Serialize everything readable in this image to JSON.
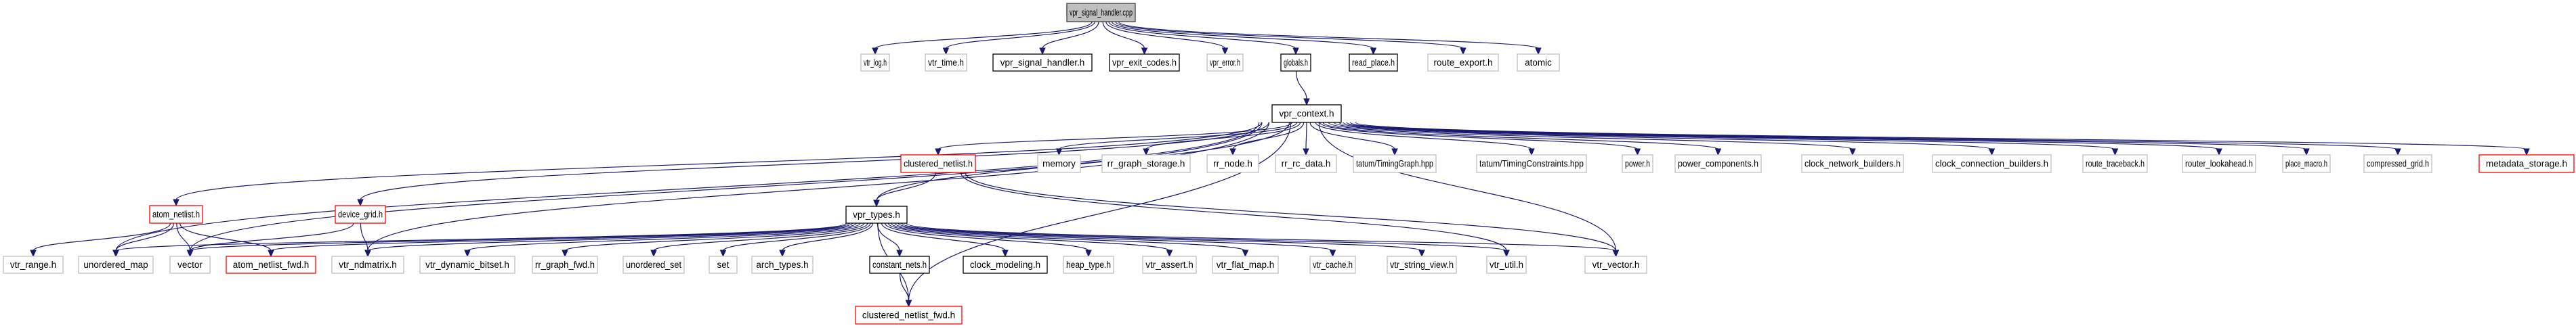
{
  "title": "vpr_signal_handler.cpp include dependency graph",
  "colors": {
    "edge": "#191970",
    "root_fill": "#bfbfbf",
    "root_border": "#404040",
    "documented_border": "#000000",
    "external_border": "#bfbfbf",
    "truncated_border": "#ff0000",
    "node_fill": "#ffffff"
  },
  "legend_styles": {
    "root": "focus file (gray fill)",
    "documented": "documented header (black border)",
    "external": "undocumented / system header (gray border)",
    "truncated": "header with hidden dependencies (red border)"
  },
  "nodes": [
    {
      "id": "root",
      "label": "vpr_signal_handler.cpp",
      "style": "root"
    },
    {
      "id": "vtr_log",
      "label": "vtr_log.h",
      "style": "external"
    },
    {
      "id": "vtr_time",
      "label": "vtr_time.h",
      "style": "external"
    },
    {
      "id": "vpr_signal_handler_h",
      "label": "vpr_signal_handler.h",
      "style": "documented"
    },
    {
      "id": "vpr_exit_codes",
      "label": "vpr_exit_codes.h",
      "style": "documented"
    },
    {
      "id": "vpr_error",
      "label": "vpr_error.h",
      "style": "external"
    },
    {
      "id": "globals",
      "label": "globals.h",
      "style": "documented"
    },
    {
      "id": "read_place",
      "label": "read_place.h",
      "style": "documented"
    },
    {
      "id": "route_export",
      "label": "route_export.h",
      "style": "external"
    },
    {
      "id": "atomic",
      "label": "atomic",
      "style": "external"
    },
    {
      "id": "vpr_context",
      "label": "vpr_context.h",
      "style": "documented"
    },
    {
      "id": "clustered_netlist",
      "label": "clustered_netlist.h",
      "style": "truncated"
    },
    {
      "id": "memory",
      "label": "memory",
      "style": "external"
    },
    {
      "id": "rr_graph_storage",
      "label": "rr_graph_storage.h",
      "style": "external"
    },
    {
      "id": "rr_node",
      "label": "rr_node.h",
      "style": "external"
    },
    {
      "id": "rr_rc_data",
      "label": "rr_rc_data.h",
      "style": "external"
    },
    {
      "id": "timing_graph",
      "label": "tatum/TimingGraph.hpp",
      "style": "external"
    },
    {
      "id": "timing_constraints",
      "label": "tatum/TimingConstraints.hpp",
      "style": "external"
    },
    {
      "id": "power",
      "label": "power.h",
      "style": "external"
    },
    {
      "id": "power_components",
      "label": "power_components.h",
      "style": "external"
    },
    {
      "id": "clock_network_builders",
      "label": "clock_network_builders.h",
      "style": "external"
    },
    {
      "id": "clock_connection_builders",
      "label": "clock_connection_builders.h",
      "style": "external"
    },
    {
      "id": "route_traceback",
      "label": "route_traceback.h",
      "style": "external"
    },
    {
      "id": "router_lookahead",
      "label": "router_lookahead.h",
      "style": "external"
    },
    {
      "id": "place_macro",
      "label": "place_macro.h",
      "style": "external"
    },
    {
      "id": "compressed_grid",
      "label": "compressed_grid.h",
      "style": "external"
    },
    {
      "id": "metadata_storage",
      "label": "metadata_storage.h",
      "style": "truncated"
    },
    {
      "id": "atom_netlist",
      "label": "atom_netlist.h",
      "style": "truncated"
    },
    {
      "id": "device_grid",
      "label": "device_grid.h",
      "style": "truncated"
    },
    {
      "id": "vpr_types",
      "label": "vpr_types.h",
      "style": "documented"
    },
    {
      "id": "vtr_range",
      "label": "vtr_range.h",
      "style": "external"
    },
    {
      "id": "unordered_map",
      "label": "unordered_map",
      "style": "external"
    },
    {
      "id": "vector",
      "label": "vector",
      "style": "external"
    },
    {
      "id": "atom_netlist_fwd",
      "label": "atom_netlist_fwd.h",
      "style": "truncated"
    },
    {
      "id": "vtr_ndmatrix",
      "label": "vtr_ndmatrix.h",
      "style": "external"
    },
    {
      "id": "vtr_dynamic_bitset",
      "label": "vtr_dynamic_bitset.h",
      "style": "external"
    },
    {
      "id": "rr_graph_fwd",
      "label": "rr_graph_fwd.h",
      "style": "external"
    },
    {
      "id": "unordered_set",
      "label": "unordered_set",
      "style": "external"
    },
    {
      "id": "set",
      "label": "set",
      "style": "external"
    },
    {
      "id": "arch_types",
      "label": "arch_types.h",
      "style": "external"
    },
    {
      "id": "constant_nets",
      "label": "constant_nets.h",
      "style": "documented"
    },
    {
      "id": "clock_modeling",
      "label": "clock_modeling.h",
      "style": "documented"
    },
    {
      "id": "heap_type",
      "label": "heap_type.h",
      "style": "external"
    },
    {
      "id": "vtr_assert",
      "label": "vtr_assert.h",
      "style": "external"
    },
    {
      "id": "vtr_flat_map",
      "label": "vtr_flat_map.h",
      "style": "external"
    },
    {
      "id": "vtr_cache",
      "label": "vtr_cache.h",
      "style": "external"
    },
    {
      "id": "vtr_string_view",
      "label": "vtr_string_view.h",
      "style": "external"
    },
    {
      "id": "vtr_util",
      "label": "vtr_util.h",
      "style": "external"
    },
    {
      "id": "vtr_vector",
      "label": "vtr_vector.h",
      "style": "external"
    },
    {
      "id": "clustered_netlist_fwd",
      "label": "clustered_netlist_fwd.h",
      "style": "truncated"
    }
  ],
  "edges": [
    [
      "root",
      "vtr_log"
    ],
    [
      "root",
      "vtr_time"
    ],
    [
      "root",
      "vpr_signal_handler_h"
    ],
    [
      "root",
      "vpr_exit_codes"
    ],
    [
      "root",
      "vpr_error"
    ],
    [
      "root",
      "globals"
    ],
    [
      "root",
      "read_place"
    ],
    [
      "root",
      "route_export"
    ],
    [
      "root",
      "atomic"
    ],
    [
      "globals",
      "vpr_context"
    ],
    [
      "vpr_context",
      "clustered_netlist"
    ],
    [
      "vpr_context",
      "memory"
    ],
    [
      "vpr_context",
      "rr_graph_storage"
    ],
    [
      "vpr_context",
      "rr_node"
    ],
    [
      "vpr_context",
      "rr_rc_data"
    ],
    [
      "vpr_context",
      "timing_graph"
    ],
    [
      "vpr_context",
      "timing_constraints"
    ],
    [
      "vpr_context",
      "power"
    ],
    [
      "vpr_context",
      "power_components"
    ],
    [
      "vpr_context",
      "clock_network_builders"
    ],
    [
      "vpr_context",
      "clock_connection_builders"
    ],
    [
      "vpr_context",
      "route_traceback"
    ],
    [
      "vpr_context",
      "router_lookahead"
    ],
    [
      "vpr_context",
      "place_macro"
    ],
    [
      "vpr_context",
      "compressed_grid"
    ],
    [
      "vpr_context",
      "metadata_storage"
    ],
    [
      "vpr_context",
      "atom_netlist"
    ],
    [
      "vpr_context",
      "device_grid"
    ],
    [
      "vpr_context",
      "vpr_types"
    ],
    [
      "vpr_context",
      "unordered_map"
    ],
    [
      "vpr_context",
      "vector"
    ],
    [
      "vpr_context",
      "vtr_ndmatrix"
    ],
    [
      "vpr_context",
      "vtr_vector"
    ],
    [
      "vpr_context",
      "clustered_netlist_fwd"
    ],
    [
      "clustered_netlist",
      "vpr_types"
    ],
    [
      "clustered_netlist",
      "vtr_util"
    ],
    [
      "clustered_netlist",
      "vtr_vector"
    ],
    [
      "atom_netlist",
      "vtr_range"
    ],
    [
      "atom_netlist",
      "unordered_map"
    ],
    [
      "atom_netlist",
      "vector"
    ],
    [
      "atom_netlist",
      "atom_netlist_fwd"
    ],
    [
      "device_grid",
      "vector"
    ],
    [
      "device_grid",
      "vtr_ndmatrix"
    ],
    [
      "vpr_types",
      "unordered_map"
    ],
    [
      "vpr_types",
      "vector"
    ],
    [
      "vpr_types",
      "atom_netlist_fwd"
    ],
    [
      "vpr_types",
      "vtr_ndmatrix"
    ],
    [
      "vpr_types",
      "vtr_dynamic_bitset"
    ],
    [
      "vpr_types",
      "rr_graph_fwd"
    ],
    [
      "vpr_types",
      "unordered_set"
    ],
    [
      "vpr_types",
      "set"
    ],
    [
      "vpr_types",
      "arch_types"
    ],
    [
      "vpr_types",
      "constant_nets"
    ],
    [
      "vpr_types",
      "clock_modeling"
    ],
    [
      "vpr_types",
      "heap_type"
    ],
    [
      "vpr_types",
      "vtr_assert"
    ],
    [
      "vpr_types",
      "vtr_flat_map"
    ],
    [
      "vpr_types",
      "vtr_cache"
    ],
    [
      "vpr_types",
      "vtr_string_view"
    ],
    [
      "vpr_types",
      "vtr_util"
    ],
    [
      "vpr_types",
      "vtr_vector"
    ],
    [
      "vpr_types",
      "clustered_netlist_fwd"
    ],
    [
      "constant_nets",
      "clustered_netlist_fwd"
    ]
  ]
}
